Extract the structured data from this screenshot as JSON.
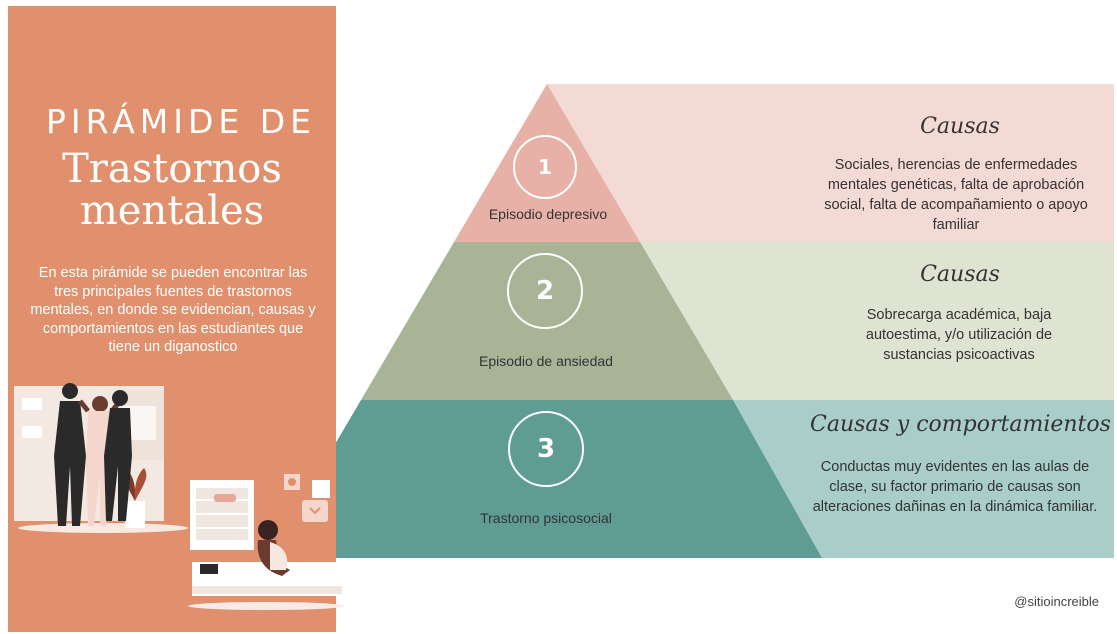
{
  "header": {
    "title_line1": "PIRÁMIDE DE",
    "title_line2": "Trastornos\nmentales",
    "description": "En esta pirámide se pueden encontrar las tres principales fuentes de trastornos mentales, en donde se evidencian, causas y comportamientos en las estudiantes que tiene un diganostico"
  },
  "colors": {
    "left_panel": "#e0906c",
    "level1_tri": "#e7b1a8",
    "level1_band": "#f4dad4",
    "level2_tri": "#a9b497",
    "level2_band": "#dfe3d2",
    "level3_tri": "#5f9c94",
    "level3_band": "#a9cdc8"
  },
  "levels": [
    {
      "number": "1",
      "episode": "Episodio depresivo",
      "cause_title": "Causas",
      "cause_text": "Sociales, herencias de enfermedades mentales genéticas, falta de aprobación social, falta de acompañamiento o apoyo familiar"
    },
    {
      "number": "2",
      "episode": "Episodio de ansiedad",
      "cause_title": "Causas",
      "cause_text": "Sobrecarga académica, baja autoestima, y/o utilización de sustancias psicoactivas"
    },
    {
      "number": "3",
      "episode": "Trastorno psicosocial",
      "cause_title": "Causas y comportamientos",
      "cause_text": "Conductas muy evidentes en las aulas de clase, su factor primario de causas son alteraciones dañinas en la dinámica familiar."
    }
  ],
  "footer": {
    "handle": "@sitioincreible"
  }
}
